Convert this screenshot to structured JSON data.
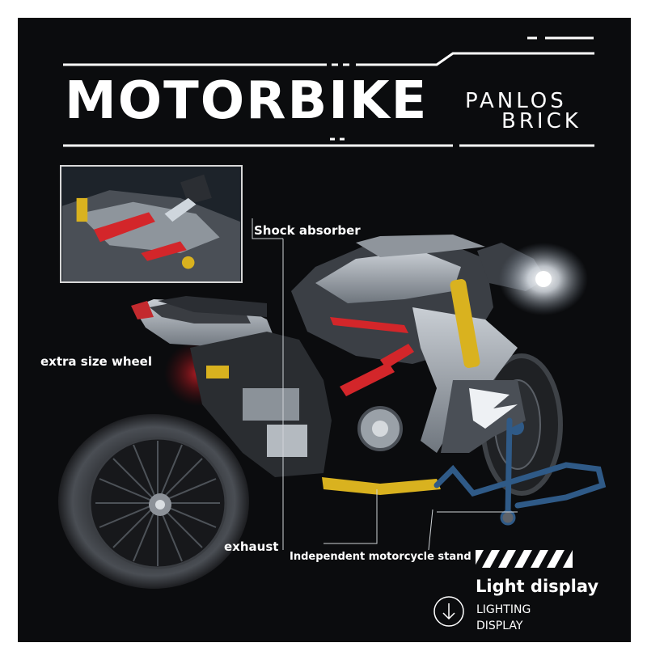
{
  "header": {
    "title": "MOTORBIKE",
    "brand_line1": "PANLOS",
    "brand_line2": "BRICK"
  },
  "labels": {
    "shock_absorber": "Shock absorber",
    "extra_size_wheel": "extra size wheel",
    "exhaust": "exhaust",
    "independent_stand": "Independent motorcycle stand",
    "light_display": "Light display",
    "lighting": "LIGHTING",
    "display": "DISPLAY"
  },
  "colors": {
    "background": "#0b0c0e",
    "frame_outer": "#ffffff",
    "accent_red": "#d3262a",
    "accent_gold": "#d9b21f",
    "body_silver": "#9aa1a8",
    "stand_blue": "#2f5a87"
  }
}
